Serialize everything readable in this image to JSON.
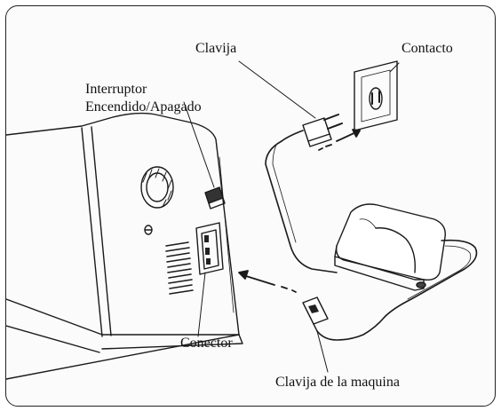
{
  "labels": {
    "clavija": "Clavija",
    "contacto": "Contacto",
    "interruptor_line1": "Interruptor",
    "interruptor_line2": "Encendido/Apagado",
    "conector": "Conector",
    "clavija_maquina": "Clavija de la maquina"
  },
  "colors": {
    "line": "#1a1a1a",
    "frame": "#222222",
    "background": "#fbfbfb"
  }
}
